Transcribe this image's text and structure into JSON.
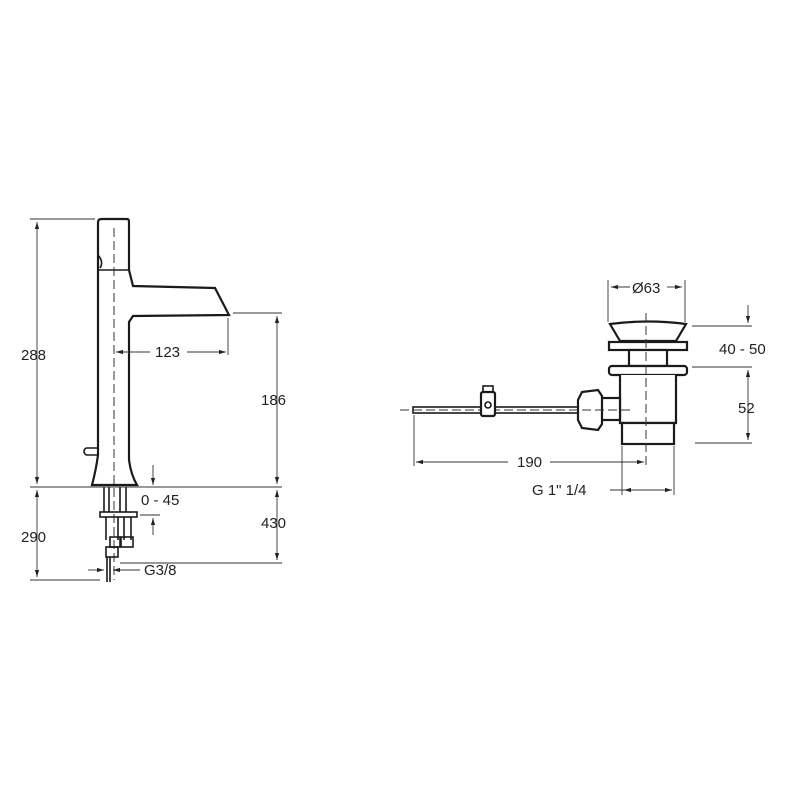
{
  "faucet": {
    "dimensions": {
      "total_height": "288",
      "spout_reach": "123",
      "spout_height": "186",
      "below_deck": "290",
      "deck_thickness": "0 - 45",
      "hose_length": "430",
      "connection_thread": "G3/8"
    }
  },
  "drain": {
    "dimensions": {
      "cap_diameter": "Ø63",
      "cap_height_range": "40 - 50",
      "body_height": "52",
      "rod_length": "190",
      "outlet_thread": "G 1\" 1/4"
    }
  },
  "colors": {
    "line": "#1a1a1a",
    "background": "#ffffff"
  }
}
